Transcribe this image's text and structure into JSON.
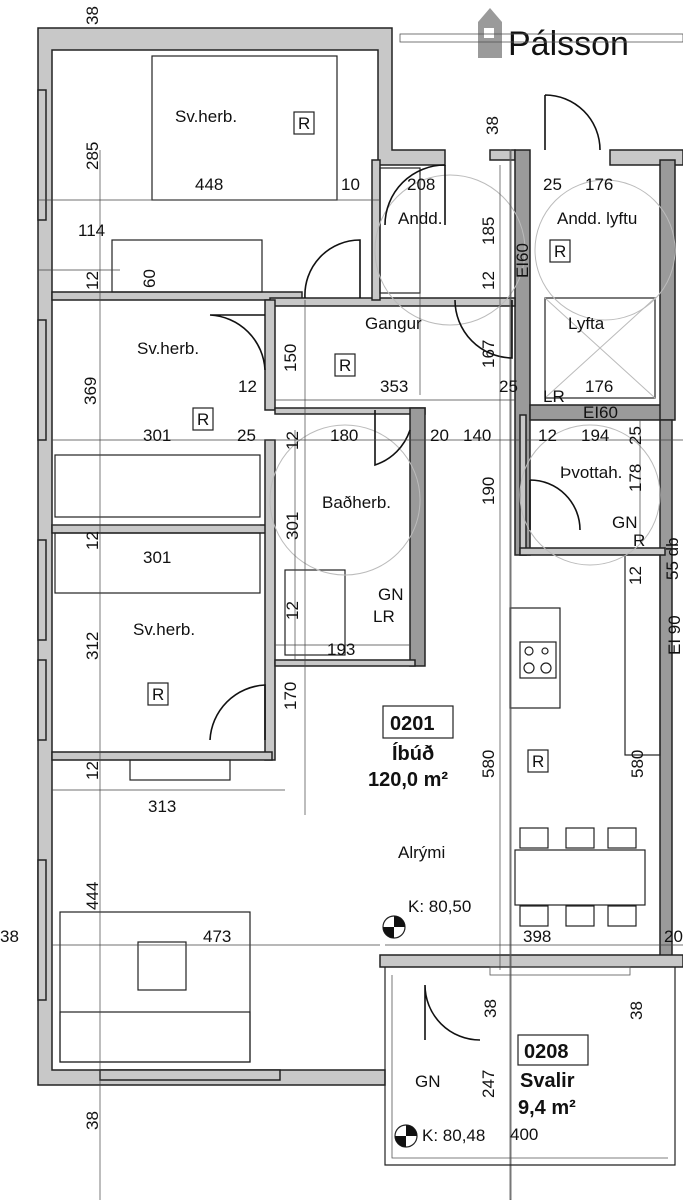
{
  "logo": {
    "brand": "Pálsson"
  },
  "rooms": {
    "bedroom1": "Sv.herb.",
    "bedroom2": "Sv.herb.",
    "bedroom3": "Sv.herb.",
    "entry": "Andd.",
    "lift_entry": "Andd. lyftu",
    "lift": "Lyfta",
    "hall": "Gangur",
    "bath": "Baðherb.",
    "laundry": "Þvottah.",
    "living": "Alrými"
  },
  "unit": {
    "number": "0201",
    "type": "Íbúð",
    "area": "120,0 m²"
  },
  "balcony": {
    "number": "0208",
    "type": "Svalir",
    "area": "9,4 m²"
  },
  "levels": {
    "living": "K: 80,50",
    "balcony": "K: 80,48"
  },
  "marks": {
    "r": "R",
    "gn": "GN",
    "lr": "LR",
    "ei60": "EI60",
    "ei90": "EI 90",
    "db": "55 db"
  },
  "dims": [
    "38",
    "285",
    "448",
    "10",
    "208",
    "38",
    "25",
    "176",
    "114",
    "12",
    "60",
    "185",
    "12",
    "150",
    "167",
    "369",
    "12",
    "353",
    "25",
    "176",
    "301",
    "25",
    "12",
    "180",
    "20",
    "140",
    "12",
    "194",
    "25",
    "178",
    "190",
    "301",
    "12",
    "301",
    "12",
    "312",
    "193",
    "170",
    "12",
    "580",
    "313",
    "580",
    "444",
    "473",
    "398",
    "38",
    "20",
    "38",
    "38",
    "247",
    "400",
    "38",
    "12"
  ]
}
